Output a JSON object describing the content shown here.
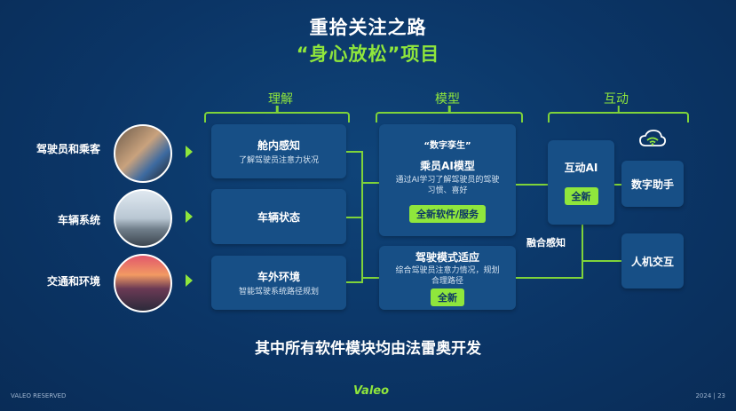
{
  "header": {
    "title": "重拾关注之路",
    "subtitle": "“身心放松”项目"
  },
  "columns": {
    "understand": "理解",
    "model": "模型",
    "interact": "互动"
  },
  "rows": {
    "occupants": "驾驶员和乘客",
    "vehicle": "车辆系统",
    "environment": "交通和环境"
  },
  "understand_boxes": {
    "cabin": {
      "title": "舱内感知",
      "desc": "了解驾驶员注意力状况"
    },
    "vehicle_state": {
      "title": "车辆状态"
    },
    "exterior": {
      "title": "车外环境",
      "desc": "智能驾驶系统路径规划"
    }
  },
  "model_boxes": {
    "twin": {
      "tag": "“数字孪生”",
      "title": "乘员AI模型",
      "desc1": "通过AI学习了解驾驶员的驾驶",
      "desc2": "习惯、喜好",
      "badge": "全新软件/服务"
    },
    "drive_mode": {
      "title": "驾驶模式适应",
      "desc1": "综合驾驶员注意力情况，规划",
      "desc2": "合理路径",
      "badge": "全新"
    }
  },
  "interact_boxes": {
    "ai": {
      "title": "互动AI",
      "badge": "全新"
    },
    "fusion_label": "融合感知",
    "assistant": "数字助手",
    "hmi": "人机交互"
  },
  "bottom_note": "其中所有软件模块均由法雷奥开发",
  "footer": {
    "left": "VALEO RESERVED",
    "logo": "Valeo",
    "right": "2024  |    23"
  },
  "colors": {
    "background": "#0b3566",
    "accent": "#8fe63c",
    "box": "#174f86"
  }
}
